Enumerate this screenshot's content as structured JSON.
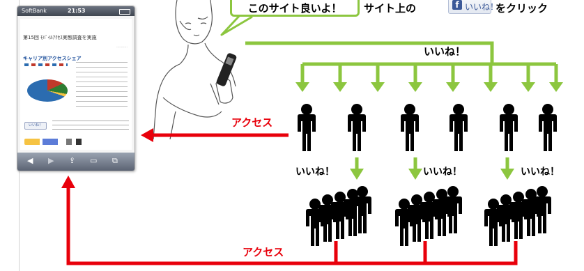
{
  "phone": {
    "carrier": "SoftBank",
    "time": "21:53",
    "article_title": "第15回 ﾓﾊﾞｲﾙｱｸｾｽ実態調査を実施",
    "section_title": "キャリア別アクセスシェア",
    "like_button": "いいね！"
  },
  "bubble": {
    "text": "このサイト良いよ！"
  },
  "instruction": {
    "prefix": "サイト上の",
    "suffix": "をクリック"
  },
  "like_button": {
    "label": "いいね！"
  },
  "labels": {
    "like_top": "いいね！",
    "like_1": "いいね！",
    "like_2": "いいね！",
    "like_3": "いいね！",
    "access_1": "アクセス",
    "access_2": "アクセス"
  },
  "colors": {
    "green": "#8cc63f",
    "red": "#e8000b",
    "person": "#000000"
  }
}
